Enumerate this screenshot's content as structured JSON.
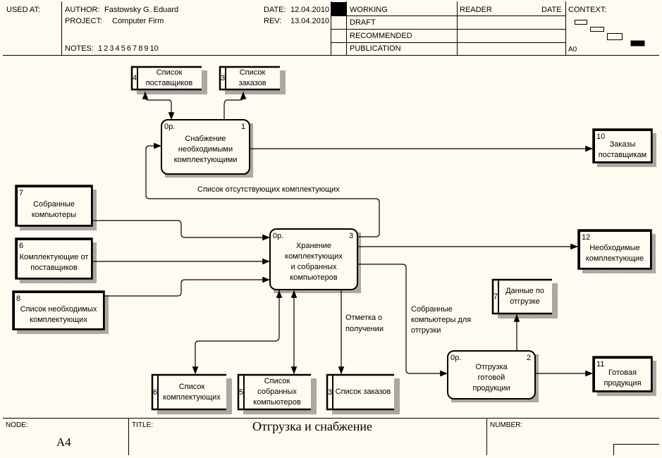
{
  "header": {
    "used_at_label": "USED AT:",
    "author_label": "AUTHOR:",
    "author": "Fastowsky G. Eduard",
    "project_label": "PROJECT:",
    "project": "Computer Firm",
    "notes_label": "NOTES:",
    "notes": "1  2  3  4  5  6  7  8  9  10",
    "date_label": "DATE:",
    "date": "12.04.2010",
    "rev_label": "REV:",
    "rev": "13.04.2010",
    "status": [
      {
        "label": "WORKING",
        "selected": true
      },
      {
        "label": "DRAFT",
        "selected": false
      },
      {
        "label": "RECOMMENDED",
        "selected": false
      },
      {
        "label": "PUBLICATION",
        "selected": false
      }
    ],
    "reader_label": "READER",
    "reader_date_label": "DATE",
    "context_label": "CONTEXT:",
    "context_node": "A0"
  },
  "processes": [
    {
      "id": "p1",
      "number": "1",
      "cost": "0р.",
      "lines": [
        "Снабжение",
        "необходимыми",
        "комплектующими"
      ]
    },
    {
      "id": "p3",
      "number": "3",
      "cost": "0р.",
      "lines": [
        "Хранение",
        "комплектующих",
        "и собранных",
        "компьютеров"
      ]
    },
    {
      "id": "p2",
      "number": "2",
      "cost": "0р.",
      "lines": [
        "Отгрузка",
        "готовой",
        "продукции"
      ]
    }
  ],
  "externals": [
    {
      "id": "e7",
      "number": "7",
      "lines": [
        "Собранные",
        "компьютеры"
      ]
    },
    {
      "id": "e6",
      "number": "6",
      "lines": [
        "Комплектующие от",
        "поставщиков"
      ]
    },
    {
      "id": "e8",
      "number": "8",
      "lines": [
        "Список необходимых",
        "комплектующих"
      ]
    },
    {
      "id": "e10",
      "number": "10",
      "lines": [
        "Заказы",
        "поставщикам"
      ]
    },
    {
      "id": "e12",
      "number": "12",
      "lines": [
        "Необходимые",
        "комплектующие"
      ]
    },
    {
      "id": "e11",
      "number": "11",
      "lines": [
        "Готовая",
        "продукция"
      ]
    }
  ],
  "stores": [
    {
      "id": "s4",
      "number": "4",
      "lines": [
        "Список",
        "поставщиков"
      ]
    },
    {
      "id": "s3a",
      "number": "3",
      "lines": [
        "Список",
        "заказов"
      ]
    },
    {
      "id": "s7",
      "number": "7",
      "lines": [
        "Данные по",
        "отгрузке"
      ]
    },
    {
      "id": "s6",
      "number": "6",
      "lines": [
        "Список",
        "комплектующих"
      ]
    },
    {
      "id": "s5",
      "number": "5",
      "lines": [
        "Список",
        "собранных",
        "компьютеров"
      ]
    },
    {
      "id": "s3b",
      "number": "3",
      "lines": [
        "Список заказов"
      ]
    }
  ],
  "flow_labels": {
    "missing": "Список отсутствующих комплектующих",
    "received": [
      "Отметка о",
      "получении"
    ],
    "assembled_for_shipping": [
      "Собранные",
      "компьютеры для",
      "отгрузки"
    ]
  },
  "footer": {
    "node_label": "NODE:",
    "node": "A4",
    "title_label": "TITLE:",
    "title": "Отгрузка и  снабжение",
    "number_label": "NUMBER:"
  }
}
